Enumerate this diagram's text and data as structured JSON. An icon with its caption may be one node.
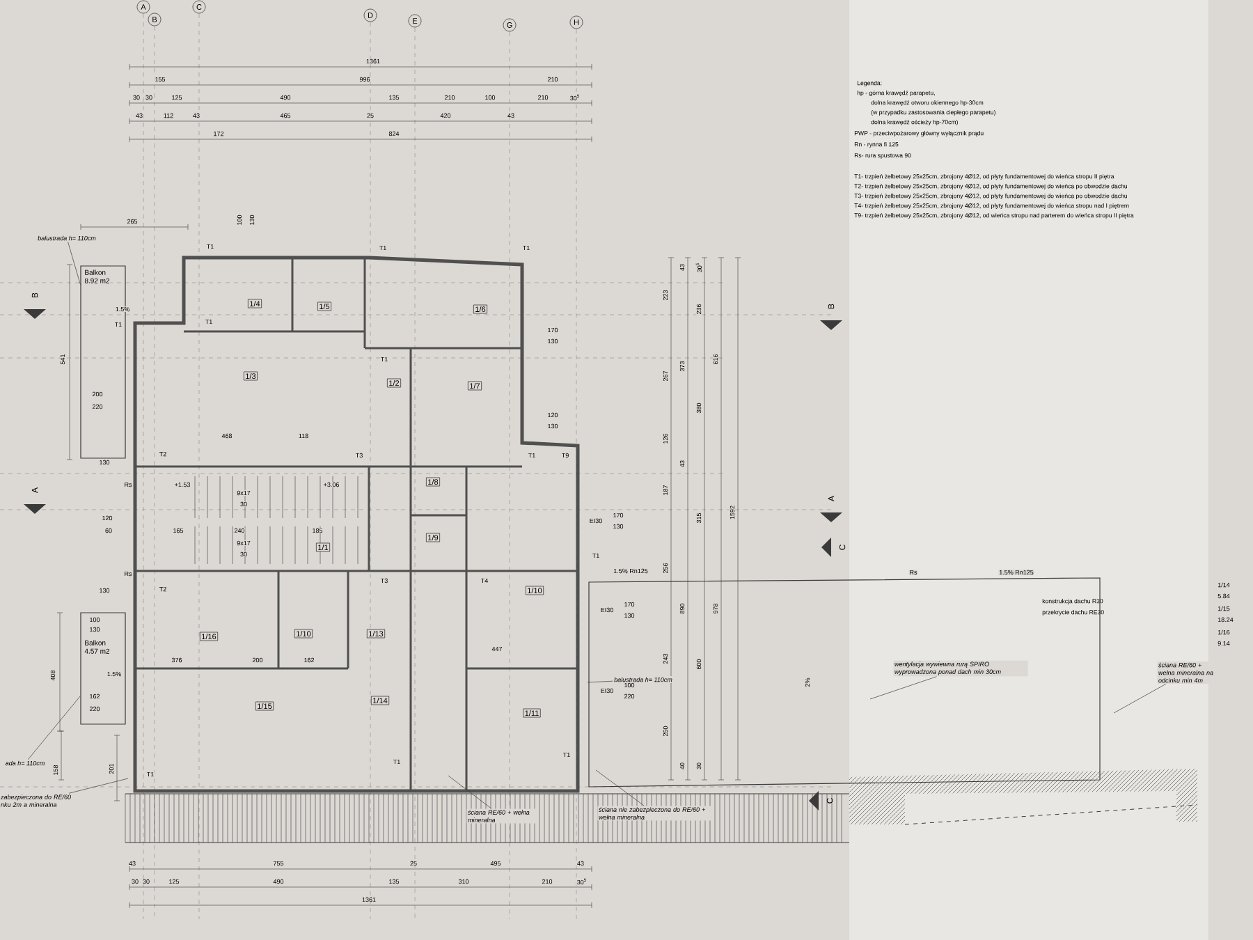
{
  "diagram": {
    "nodes": [
      {
        "text": [
          "balustrada h= 110cm"
        ]
      },
      {
        "text": [
          "Balkon",
          "8.92 m2"
        ]
      },
      {
        "text": [
          "1/4"
        ]
      },
      {
        "text": [
          "1/5"
        ]
      },
      {
        "text": [
          "1/6"
        ]
      },
      {
        "text": [
          "1/3"
        ]
      },
      {
        "text": [
          "1/2"
        ]
      },
      {
        "text": [
          "1/7"
        ]
      },
      {
        "text": [
          "1/8"
        ]
      },
      {
        "text": [
          "1/9"
        ]
      },
      {
        "text": [
          "1/1"
        ]
      },
      {
        "text": [
          "1/10"
        ]
      },
      {
        "text": [
          "1/16"
        ]
      },
      {
        "text": [
          "1/10"
        ]
      },
      {
        "text": [
          "1/13"
        ]
      },
      {
        "text": [
          "Balkon",
          "4.57 m2"
        ]
      },
      {
        "text": [
          "1/11"
        ]
      },
      {
        "text": [
          "1/15"
        ]
      },
      {
        "text": [
          "1/14"
        ]
      },
      {
        "text": [
          "balustrada h= 110cm"
        ]
      },
      {
        "text": [
          "wentylacja wywiewna rurą SPIRO wyprowadzona ponad dach min 30cm"
        ]
      },
      {
        "text": [
          "ściana RE/60 + wełna mineralna na odcinku min 4m"
        ]
      },
      {
        "text": [
          "ada h= 110cm"
        ]
      },
      {
        "text": [
          "zabezpieczona do RE/60 nku 2m a mineralna"
        ]
      },
      {
        "text": [
          "ściana RE/60 + wełna mineralna"
        ]
      },
      {
        "text": [
          "ściana nie zabezpieczona do RE/60 + wełna mineralna"
        ]
      }
    ],
    "edges": [
      {
        "from": 0,
        "to": 1,
        "arrow": "none"
      },
      {
        "from": 22,
        "to": 15,
        "arrow": "none"
      },
      {
        "from": 23,
        "to": null,
        "arrow": "none"
      },
      {
        "from": 24,
        "to": null,
        "arrow": "none"
      },
      {
        "from": 25,
        "to": null,
        "arrow": "none"
      },
      {
        "from": 19,
        "to": null,
        "arrow": "none"
      },
      {
        "from": 20,
        "to": null,
        "arrow": "none"
      },
      {
        "from": 21,
        "to": null,
        "arrow": "none"
      }
    ],
    "labels": [
      "A",
      "B",
      "C",
      "D",
      "E",
      "G",
      "H",
      "1361",
      "155",
      "996",
      "210",
      "30",
      "30",
      "125",
      "490",
      "135",
      "210",
      "100",
      "210",
      "30$^{5}$",
      "43",
      "112",
      "43",
      "465",
      "25",
      "420",
      "43",
      "172",
      "824",
      "Legenda:",
      "hp - górna krawędź parapetu,",
      "dolna krawędź otworu okiennego hp-30cm",
      "(w przypadku zastosowania ciepłego parapetu)",
      "dolna krawędź ościeży hp-70cm)",
      "PWP - przeciwpożarowy główny wyłącznik prądu",
      "Rn - rynna fi 125",
      "Rs- rura spustowa 90",
      "T1- trzpień żelbetowy 25x25cm, zbrojony 4Ø12, od płyty fundamentowej do wieńca stropu II piętra",
      "T2- trzpień żelbetowy 25x25cm, zbrojony 4Ø12, od płyty fundamentowej do wieńca po obwodzie dachu",
      "T3- trzpień żelbetowy 25x25cm, zbrojony 4Ø12, od płyty fundamentowej do wieńca po obwodzie dachu",
      "T4- trzpień żelbetowy 25x25cm, zbrojony 4Ø12, od płyty fundamentowej do wieńca stropu nad I piętrem",
      "T9- trzpień żelbetowy 25x25cm, zbrojony 4Ø12, od wieńca stropu nad parterem do wieńca stropu II piętra",
      "265",
      "100",
      "130",
      "T1",
      "T1",
      "T1",
      "B",
      "1.5%",
      "T1",
      "T1",
      "541",
      "200",
      "220",
      "T1",
      "170",
      "130",
      "120",
      "130",
      "468",
      "118",
      "130",
      "T2",
      "T3",
      "T1",
      "T9",
      "Rs",
      "+1.53",
      "+3.06",
      "9x17",
      "30",
      "A",
      "120",
      "60",
      "165",
      "240",
      "185",
      "9x17",
      "30",
      "EI30",
      "170",
      "130",
      "T1",
      "Rs",
      "T2",
      "T3",
      "T4",
      "130",
      "100",
      "130",
      "EI30",
      "170",
      "130",
      "376",
      "200",
      "162",
      "447",
      "1.5%",
      "162",
      "220",
      "EI30",
      "100",
      "220",
      "408",
      "T1",
      "T1",
      "T1",
      "158",
      "201",
      "1.5% Rn125",
      "Rs",
      "1.5% Rn125",
      "konstrukcja dachu R30",
      "przekrycie dachu RE30",
      "2%",
      "43",
      "30$^{5}$",
      "223",
      "236",
      "267",
      "373",
      "616",
      "380",
      "126",
      "43",
      "187",
      "315",
      "1592",
      "B",
      "A",
      "C",
      "256",
      "890",
      "978",
      "243",
      "600",
      "250",
      "40",
      "30",
      "C",
      "43",
      "755",
      "25",
      "495",
      "43",
      "30",
      "30",
      "125",
      "490",
      "135",
      "310",
      "210",
      "30$^{5}$",
      "1361",
      "1/14",
      "5.84",
      "1/15",
      "18.24",
      "1/16",
      "9.14"
    ]
  }
}
